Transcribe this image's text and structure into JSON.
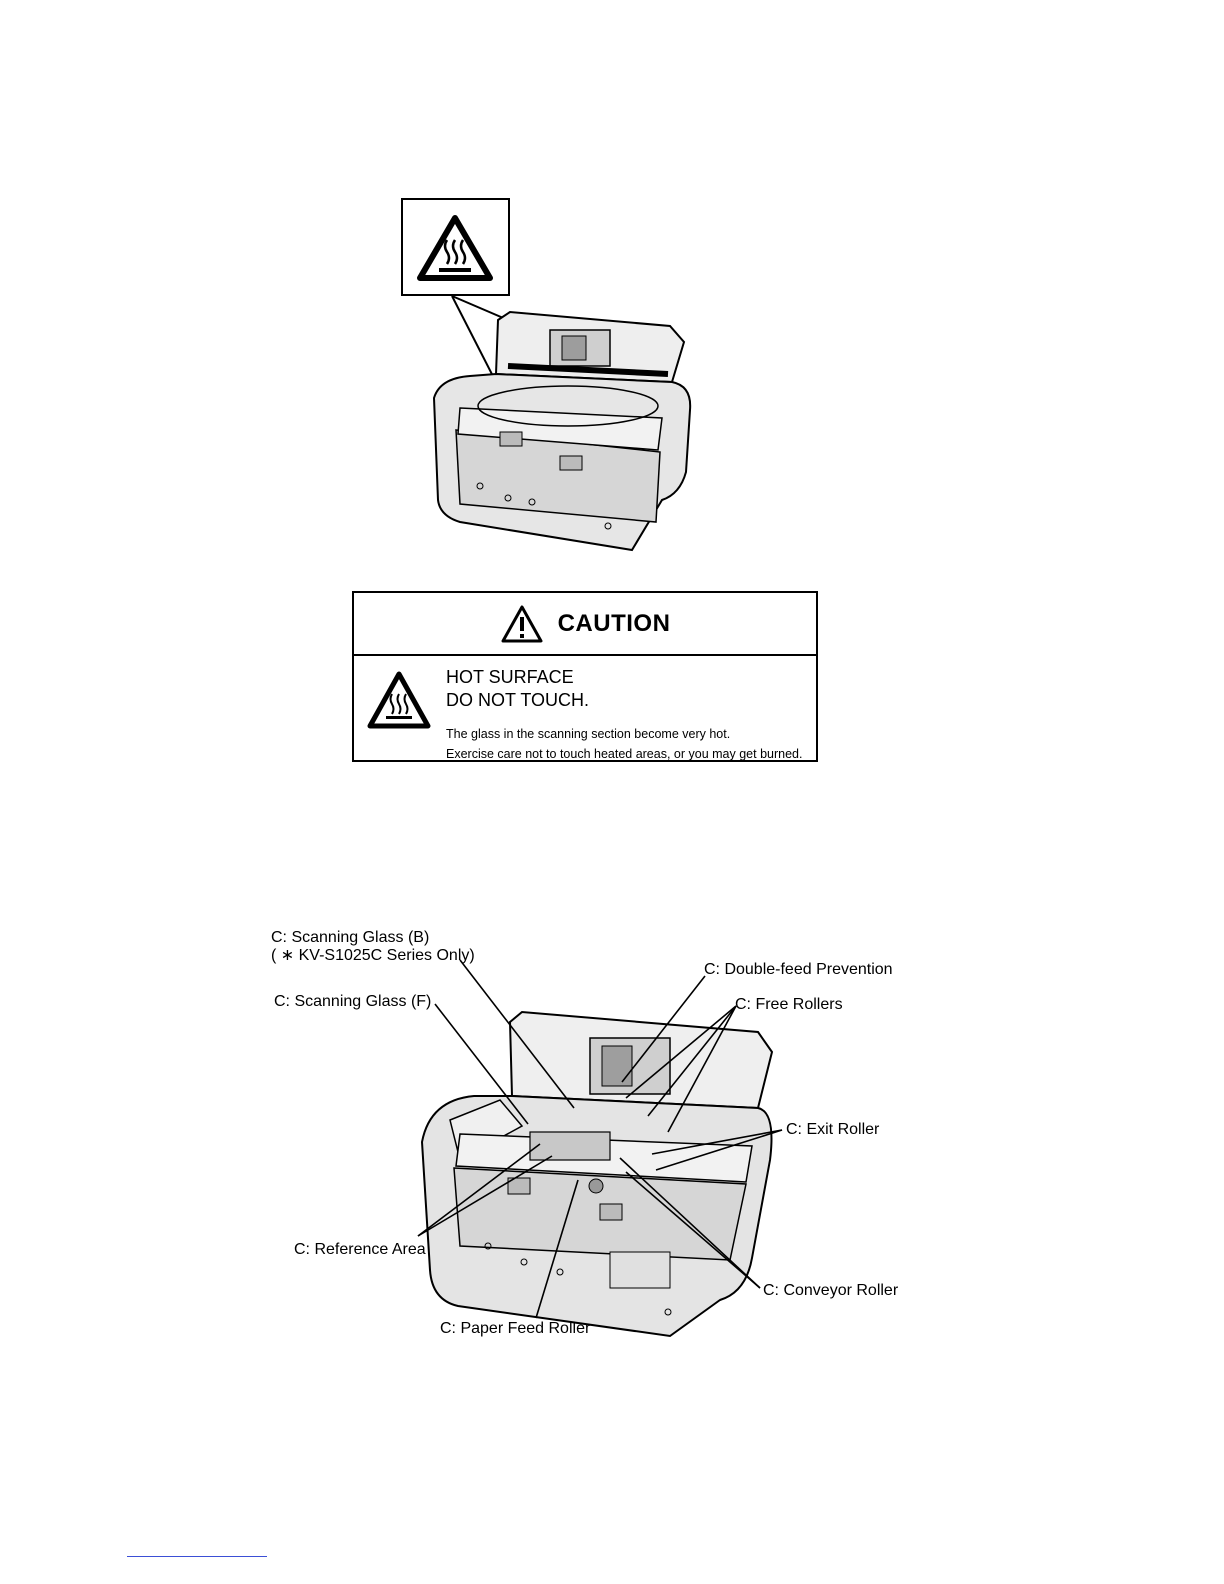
{
  "caution_label": {
    "title": "CAUTION",
    "heading_line1": "HOT SURFACE",
    "heading_line2": "DO NOT TOUCH.",
    "body_line1": "The glass in the scanning section become very hot.",
    "body_line2": "Exercise care not to touch heated areas, or you may get burned."
  },
  "diagram": {
    "labels": {
      "scanning_glass_b_line1": "C: Scanning Glass (B)",
      "scanning_glass_b_line2": "( ∗ KV-S1025C Series Only)",
      "scanning_glass_f": "C: Scanning Glass (F)",
      "double_feed_prevention": "C: Double-feed Prevention",
      "free_rollers": "C: Free Rollers",
      "exit_roller": "C: Exit Roller",
      "reference_area": "C: Reference Area",
      "conveyor_roller": "C: Conveyor Roller",
      "paper_feed_roller": "C: Paper Feed Roller"
    }
  },
  "icons": {
    "hot_surface": "hot-surface-warning-icon",
    "caution": "exclamation-warning-icon"
  }
}
